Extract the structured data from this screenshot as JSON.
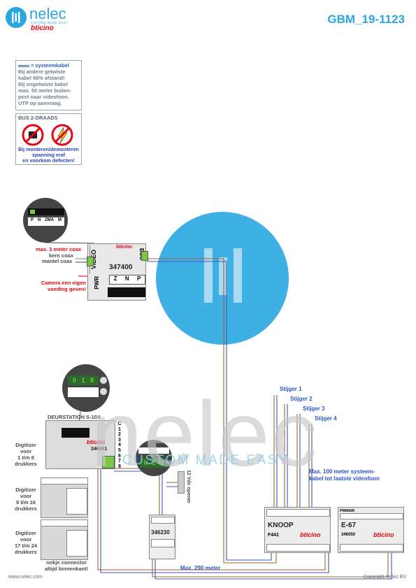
{
  "header": {
    "brand": "nelec",
    "tagline": "CUSTOM MADE EASY",
    "sub_brand": "bticino",
    "doc_code": "GBM_19-1123"
  },
  "notes": {
    "cable_legend": "= systeemkabel",
    "lines": [
      "Bij andere getwiste",
      "kabel 66% afstand!",
      "Bij ongetwiste kabel",
      "max. 50 meter buiten-",
      "post naar videofoon.",
      "UTP op aanvraag."
    ]
  },
  "bus_warning": {
    "title": "BUS 2-DRAADS",
    "lines": [
      "Bij monteren/demonteren",
      "spanning eraf",
      "en voorkom defecten!"
    ]
  },
  "camera_module": {
    "model": "347400",
    "brand": "bticino",
    "video_label": "VIDEO",
    "bus_label": "BUS",
    "pwr_label": "PWR",
    "dip_labels": [
      "P",
      "N",
      "ZMA",
      "M"
    ],
    "bus_terms": [
      "Z",
      "N",
      "P"
    ]
  },
  "coax_labels": {
    "max_coax": "max. 3 meter coax",
    "kern": "kern coax",
    "mantel": "mantel coax",
    "camera_power": [
      "Camera een eigen",
      "voeding geven!"
    ]
  },
  "door_station": {
    "title": "DEURSTATION S-10A",
    "model": "346991",
    "brand": "bticino",
    "terminals": [
      "C",
      "1",
      "2",
      "3",
      "4",
      "5",
      "6",
      "7",
      "8"
    ],
    "zoom_digits": [
      "0",
      "1",
      "8"
    ]
  },
  "digitizers": [
    {
      "lines": [
        "Digitizer",
        "voor",
        "1 t/m 8",
        "drukkers"
      ]
    },
    {
      "lines": [
        "Digitizer",
        "voor",
        "9 t/m 16",
        "drukkers"
      ]
    },
    {
      "lines": [
        "Digitizer",
        "voor",
        "17 t/m 24",
        "drukkers"
      ]
    }
  ],
  "connector_note": [
    "nokje connector",
    "altijd binnenkant!"
  ],
  "lock": {
    "label": "12 Vdc opener"
  },
  "power_module": {
    "model": "346230",
    "zoom_digits": [
      "0",
      "1",
      "2"
    ]
  },
  "switch_module": {
    "title": "KNOOP",
    "model": "F441",
    "brand": "bticino"
  },
  "psu_module": {
    "title": "E-67",
    "model": "346050",
    "brand": "bticino",
    "primary": "PRIMAIR"
  },
  "risers": [
    "Stijger 1",
    "Stijger 2",
    "Stijger 3",
    "Stijger 4"
  ],
  "max_100": [
    "Max. 100 meter systeem-",
    "kabel tot laatste videofoon"
  ],
  "max_290": "Max. 290 meter",
  "footer": {
    "website": "www.nelec.com",
    "copyright": "Copyright Nelec BV"
  },
  "colors": {
    "accent": "#2aa7e0",
    "red": "#e30613",
    "terminal_green": "#7ac943",
    "wire_brown": "#a0603a",
    "wire_blue": "#3a5ab0"
  }
}
